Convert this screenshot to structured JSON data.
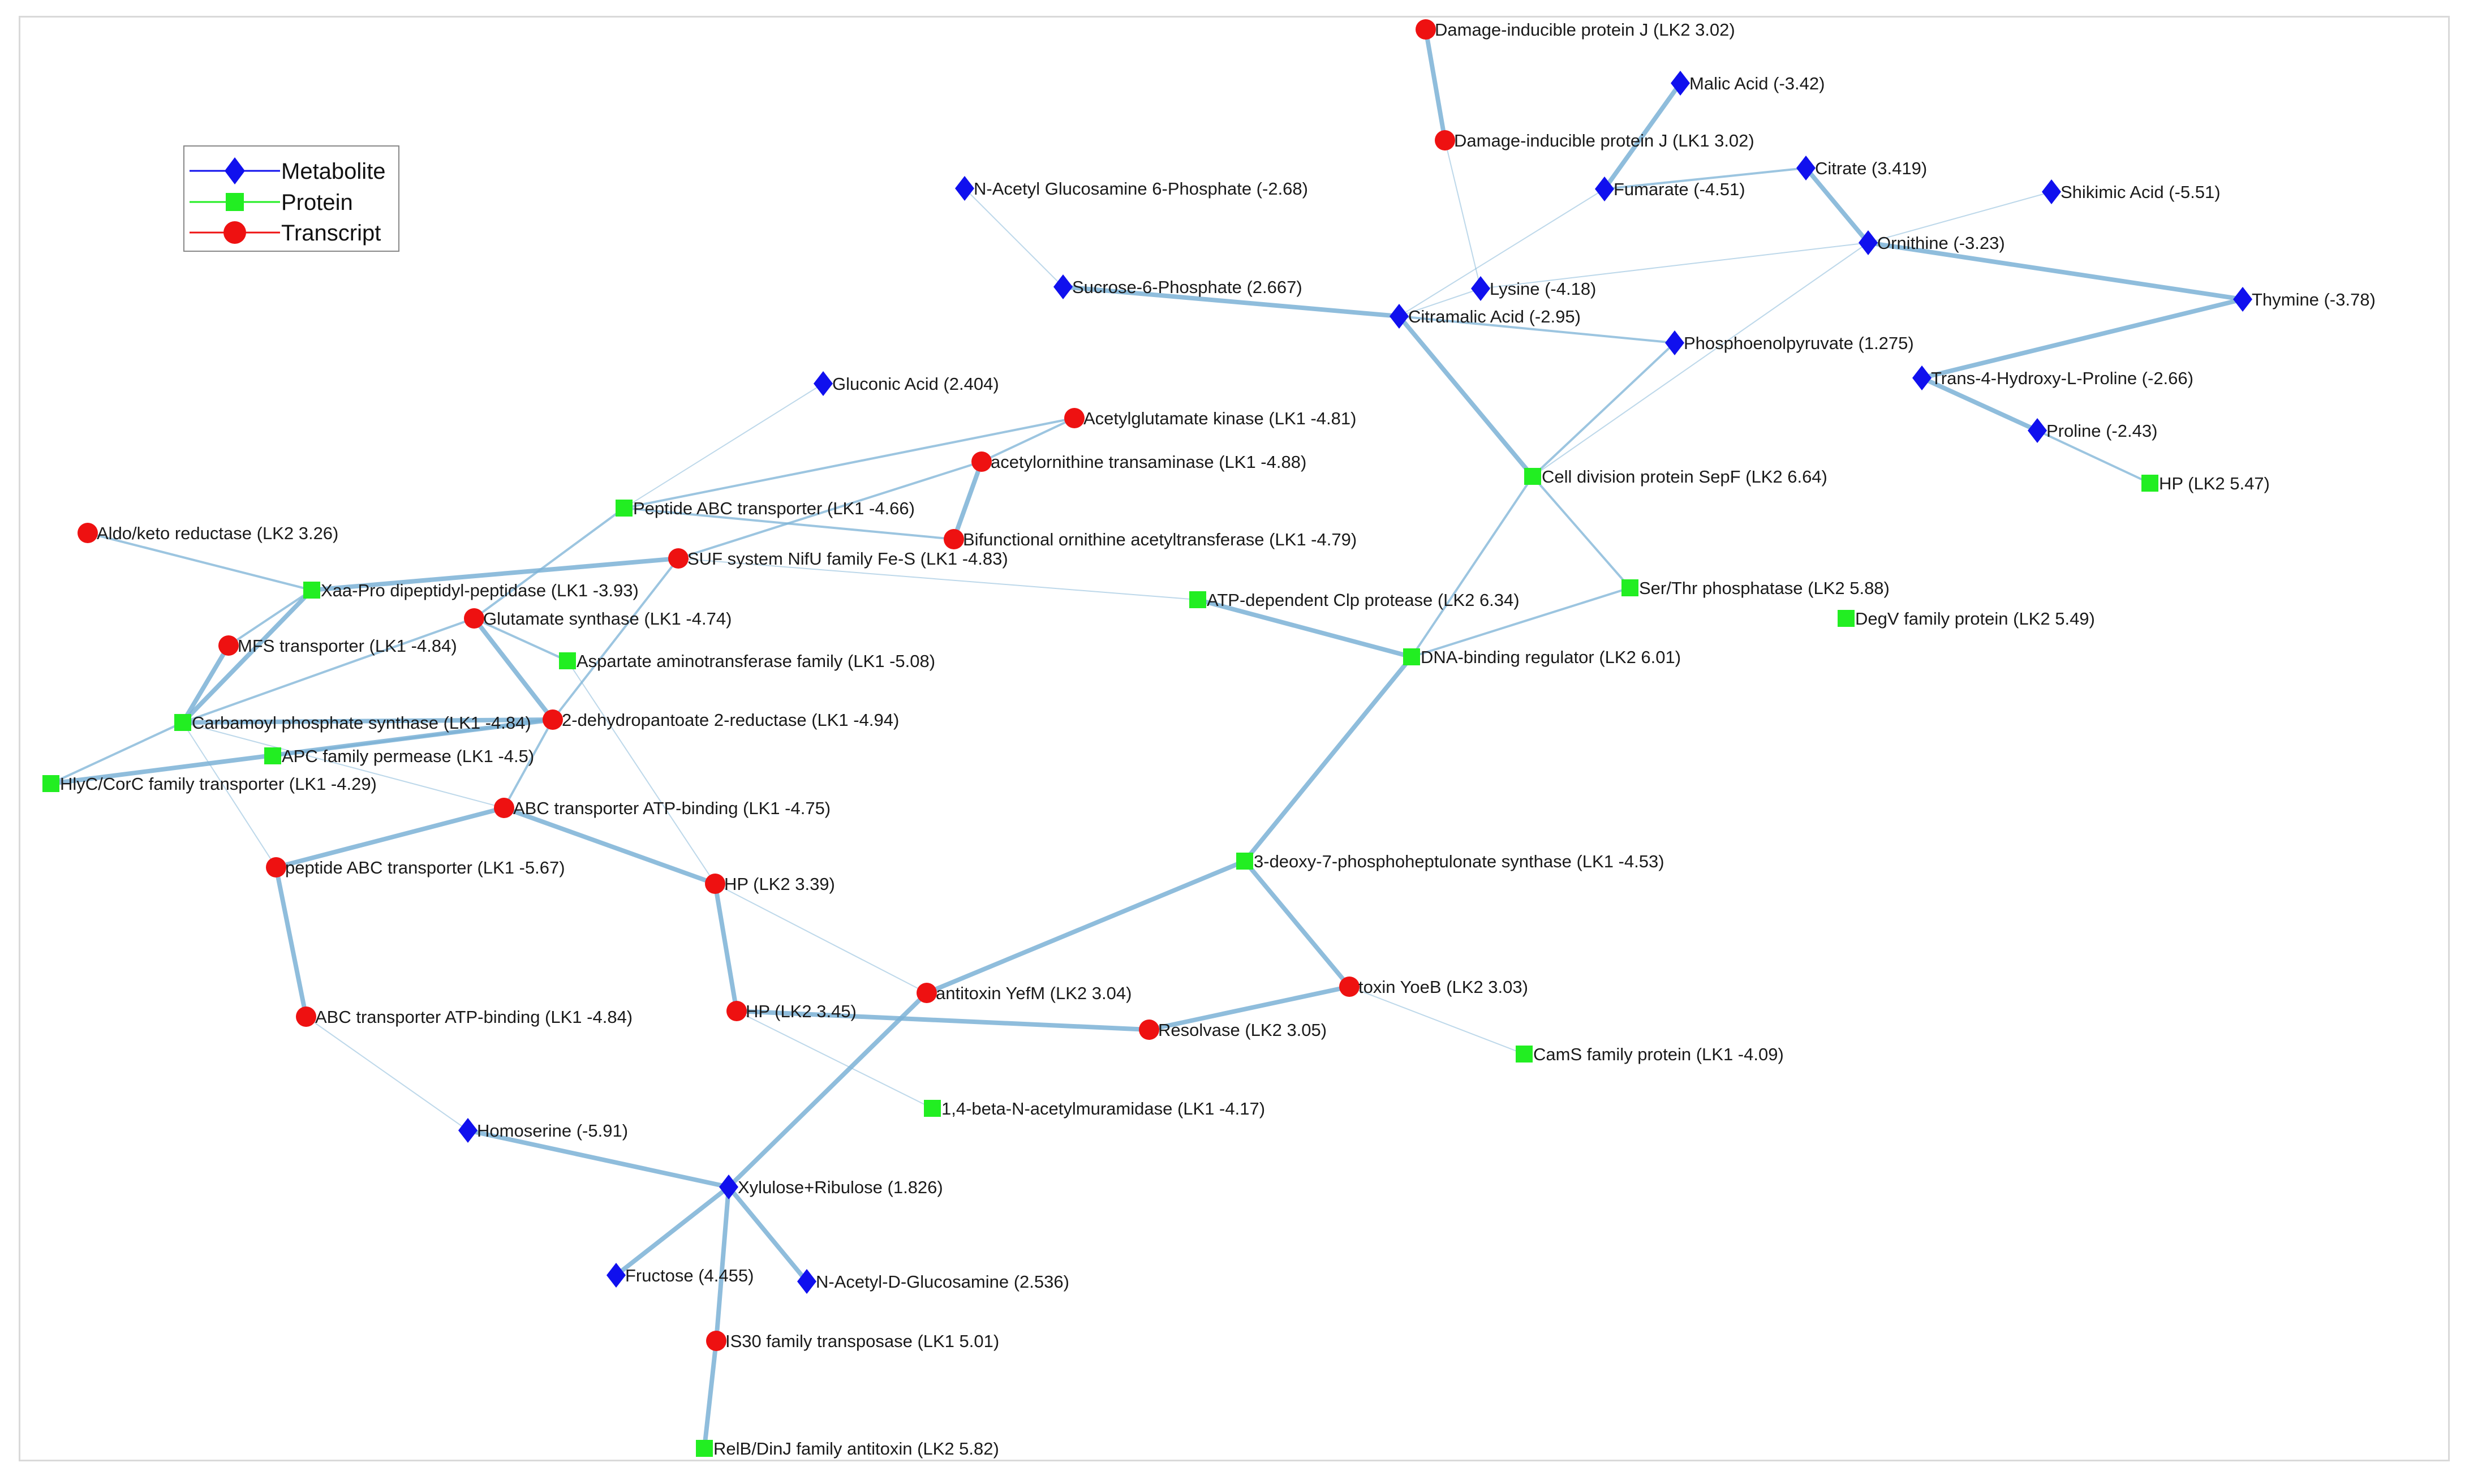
{
  "legend": {
    "metabolite": "Metabolite",
    "protein": "Protein",
    "transcript": "Transcript"
  },
  "colors": {
    "metabolite": "#1010ee",
    "protein": "#22ee22",
    "transcript": "#ee1111",
    "edge": "#7bb2d6"
  },
  "nodes": [
    {
      "id": "dinJ2",
      "type": "transcript",
      "label": "Damage-inducible protein J (LK2 3.02)"
    },
    {
      "id": "malic",
      "type": "metabolite",
      "label": "Malic Acid (-3.42)"
    },
    {
      "id": "dinJ1",
      "type": "transcript",
      "label": "Damage-inducible protein J (LK1 3.02)"
    },
    {
      "id": "citrate",
      "type": "metabolite",
      "label": "Citrate (3.419)"
    },
    {
      "id": "nag6p",
      "type": "metabolite",
      "label": "N-Acetyl Glucosamine 6-Phosphate (-2.68)"
    },
    {
      "id": "fumarate",
      "type": "metabolite",
      "label": "Fumarate (-4.51)"
    },
    {
      "id": "shikimic",
      "type": "metabolite",
      "label": "Shikimic Acid (-5.51)"
    },
    {
      "id": "ornithine",
      "type": "metabolite",
      "label": "Ornithine (-3.23)"
    },
    {
      "id": "suc6p",
      "type": "metabolite",
      "label": "Sucrose-6-Phosphate (2.667)"
    },
    {
      "id": "lysine",
      "type": "metabolite",
      "label": "Lysine (-4.18)"
    },
    {
      "id": "thymine",
      "type": "metabolite",
      "label": "Thymine (-3.78)"
    },
    {
      "id": "citramalic",
      "type": "metabolite",
      "label": "Citramalic Acid (-2.95)"
    },
    {
      "id": "pep",
      "type": "metabolite",
      "label": "Phosphoenolpyruvate (1.275)"
    },
    {
      "id": "hyp",
      "type": "metabolite",
      "label": "Trans-4-Hydroxy-L-Proline (-2.66)"
    },
    {
      "id": "gluconic",
      "type": "metabolite",
      "label": "Gluconic Acid (2.404)"
    },
    {
      "id": "acgk",
      "type": "transcript",
      "label": "Acetylglutamate kinase (LK1 -4.81)"
    },
    {
      "id": "proline",
      "type": "metabolite",
      "label": "Proline (-2.43)"
    },
    {
      "id": "acot",
      "type": "transcript",
      "label": "acetylornithine transaminase (LK1 -4.88)"
    },
    {
      "id": "sepF",
      "type": "protein",
      "label": "Cell division protein SepF  (LK2 6.64)"
    },
    {
      "id": "hp547",
      "type": "protein",
      "label": "HP  (LK2 5.47)"
    },
    {
      "id": "aldo",
      "type": "transcript",
      "label": "Aldo/keto reductase (LK2 3.26)"
    },
    {
      "id": "pepabc",
      "type": "protein",
      "label": "Peptide ABC transporter (LK1  -4.66)"
    },
    {
      "id": "bifoat",
      "type": "transcript",
      "label": "Bifunctional ornithine acetyltransferase (LK1 -4.79)"
    },
    {
      "id": "sufnifu",
      "type": "transcript",
      "label": "SUF system NifU family Fe-S (LK1 -4.83)"
    },
    {
      "id": "xaapro",
      "type": "protein",
      "label": "Xaa-Pro dipeptidyl-peptidase  (LK1 -3.93)"
    },
    {
      "id": "serthr",
      "type": "protein",
      "label": "Ser/Thr phosphatase  (LK2 5.88)"
    },
    {
      "id": "clp",
      "type": "protein",
      "label": "ATP-dependent Clp protease (LK2 6.34)"
    },
    {
      "id": "glusyn",
      "type": "transcript",
      "label": "Glutamate synthase (LK1 -4.74)"
    },
    {
      "id": "degv",
      "type": "protein",
      "label": "DegV family protein  (LK2 5.49)"
    },
    {
      "id": "mfs",
      "type": "transcript",
      "label": "MFS transporter (LK1 -4.84)"
    },
    {
      "id": "aspat",
      "type": "protein",
      "label": "Aspartate aminotransferase family (LK1 -5.08)"
    },
    {
      "id": "dnabr",
      "type": "protein",
      "label": "DNA-binding regulator  (LK2 6.01)"
    },
    {
      "id": "cps",
      "type": "protein",
      "label": "Carbamoyl phosphate synthase  (LK1 -4.84)"
    },
    {
      "id": "dhpr",
      "type": "transcript",
      "label": "2-dehydropantoate 2-reductase (LK1 -4.94)"
    },
    {
      "id": "apc",
      "type": "protein",
      "label": "APC family permease  (LK1 -4.5)"
    },
    {
      "id": "hlyc",
      "type": "protein",
      "label": "HlyC/CorC family transporter  (LK1 -4.29)"
    },
    {
      "id": "abc475",
      "type": "transcript",
      "label": "ABC transporter ATP-binding (LK1 -4.75)"
    },
    {
      "id": "dahp",
      "type": "protein",
      "label": "3-deoxy-7-phosphoheptulonate synthase  (LK1 -4.53)"
    },
    {
      "id": "pepabc2",
      "type": "transcript",
      "label": "peptide ABC transporter (LK1 -5.67)"
    },
    {
      "id": "hp339",
      "type": "transcript",
      "label": "HP (LK2 3.39)"
    },
    {
      "id": "toxin",
      "type": "transcript",
      "label": "toxin YoeB (LK2 3.03)"
    },
    {
      "id": "antitoxin",
      "type": "transcript",
      "label": "antitoxin YefM (LK2 3.04)"
    },
    {
      "id": "abc484",
      "type": "transcript",
      "label": "ABC transporter ATP-binding (LK1 -4.84)"
    },
    {
      "id": "hp345",
      "type": "transcript",
      "label": "HP (LK2 3.45)"
    },
    {
      "id": "resolvase",
      "type": "transcript",
      "label": "Resolvase (LK2 3.05)"
    },
    {
      "id": "cams",
      "type": "protein",
      "label": "CamS family protein  (LK1 -4.09)"
    },
    {
      "id": "muram",
      "type": "protein",
      "label": "1,4-beta-N-acetylmuramidase  (LK1 -4.17)"
    },
    {
      "id": "homoser",
      "type": "metabolite",
      "label": "Homoserine (-5.91)"
    },
    {
      "id": "xylrib",
      "type": "metabolite",
      "label": "Xylulose+Ribulose (1.826)"
    },
    {
      "id": "fructose",
      "type": "metabolite",
      "label": "Fructose (4.455)"
    },
    {
      "id": "nadg",
      "type": "metabolite",
      "label": "N-Acetyl-D-Glucosamine (2.536)"
    },
    {
      "id": "is30",
      "type": "transcript",
      "label": "IS30 family transposase (LK1 5.01)"
    },
    {
      "id": "relb",
      "type": "protein",
      "label": "RelB/DinJ family antitoxin  (LK2 5.82)"
    }
  ],
  "edges": [
    {
      "source": "dinJ2",
      "target": "dinJ1",
      "strength": "strong"
    },
    {
      "source": "malic",
      "target": "fumarate",
      "strength": "strong"
    },
    {
      "source": "dinJ1",
      "target": "lysine",
      "strength": "weak"
    },
    {
      "source": "citrate",
      "target": "fumarate",
      "strength": "medium"
    },
    {
      "source": "citrate",
      "target": "ornithine",
      "strength": "strong"
    },
    {
      "source": "ornithine",
      "target": "shikimic",
      "strength": "weak"
    },
    {
      "source": "ornithine",
      "target": "thymine",
      "strength": "strong"
    },
    {
      "source": "thymine",
      "target": "hyp",
      "strength": "strong"
    },
    {
      "source": "hyp",
      "target": "proline",
      "strength": "strong"
    },
    {
      "source": "proline",
      "target": "hp547",
      "strength": "medium"
    },
    {
      "source": "nag6p",
      "target": "suc6p",
      "strength": "weak"
    },
    {
      "source": "suc6p",
      "target": "citramalic",
      "strength": "strong"
    },
    {
      "source": "citramalic",
      "target": "lysine",
      "strength": "weak"
    },
    {
      "source": "citramalic",
      "target": "pep",
      "strength": "medium"
    },
    {
      "source": "citramalic",
      "target": "sepF",
      "strength": "strong"
    },
    {
      "source": "citramalic",
      "target": "fumarate",
      "strength": "weak"
    },
    {
      "source": "lysine",
      "target": "ornithine",
      "strength": "weak"
    },
    {
      "source": "pep",
      "target": "sepF",
      "strength": "medium"
    },
    {
      "source": "sepF",
      "target": "ornithine",
      "strength": "weak"
    },
    {
      "source": "sepF",
      "target": "serthr",
      "strength": "medium"
    },
    {
      "source": "sepF",
      "target": "dnabr",
      "strength": "medium"
    },
    {
      "source": "serthr",
      "target": "dnabr",
      "strength": "medium"
    },
    {
      "source": "clp",
      "target": "dnabr",
      "strength": "strong"
    },
    {
      "source": "dnabr",
      "target": "dahp",
      "strength": "strong"
    },
    {
      "source": "gluconic",
      "target": "pepabc",
      "strength": "weak"
    },
    {
      "source": "acgk",
      "target": "acot",
      "strength": "medium"
    },
    {
      "source": "acgk",
      "target": "pepabc",
      "strength": "medium"
    },
    {
      "source": "acot",
      "target": "bifoat",
      "strength": "strong"
    },
    {
      "source": "acot",
      "target": "sufnifu",
      "strength": "medium"
    },
    {
      "source": "pepabc",
      "target": "bifoat",
      "strength": "medium"
    },
    {
      "source": "pepabc",
      "target": "glusyn",
      "strength": "medium"
    },
    {
      "source": "sufnifu",
      "target": "xaapro",
      "strength": "strong"
    },
    {
      "source": "sufnifu",
      "target": "dhpr",
      "strength": "medium"
    },
    {
      "source": "sufnifu",
      "target": "clp",
      "strength": "weak"
    },
    {
      "source": "aldo",
      "target": "xaapro",
      "strength": "medium"
    },
    {
      "source": "xaapro",
      "target": "mfs",
      "strength": "medium"
    },
    {
      "source": "xaapro",
      "target": "cps",
      "strength": "strong"
    },
    {
      "source": "glusyn",
      "target": "dhpr",
      "strength": "strong"
    },
    {
      "source": "glusyn",
      "target": "aspat",
      "strength": "medium"
    },
    {
      "source": "glusyn",
      "target": "cps",
      "strength": "medium"
    },
    {
      "source": "mfs",
      "target": "cps",
      "strength": "strong"
    },
    {
      "source": "cps",
      "target": "dhpr",
      "strength": "strong"
    },
    {
      "source": "cps",
      "target": "hlyc",
      "strength": "medium"
    },
    {
      "source": "cps",
      "target": "pepabc2",
      "strength": "weak"
    },
    {
      "source": "hlyc",
      "target": "dhpr",
      "strength": "strong"
    },
    {
      "source": "dhpr",
      "target": "abc475",
      "strength": "medium"
    },
    {
      "source": "apc",
      "target": "dhpr",
      "strength": "medium"
    },
    {
      "source": "abc475",
      "target": "pepabc2",
      "strength": "strong"
    },
    {
      "source": "abc475",
      "target": "hp339",
      "strength": "strong"
    },
    {
      "source": "abc475",
      "target": "cps",
      "strength": "weak"
    },
    {
      "source": "hp339",
      "target": "hp345",
      "strength": "strong"
    },
    {
      "source": "hp339",
      "target": "antitoxin",
      "strength": "weak"
    },
    {
      "source": "aspat",
      "target": "hp339",
      "strength": "weak"
    },
    {
      "source": "pepabc2",
      "target": "abc484",
      "strength": "strong"
    },
    {
      "source": "abc484",
      "target": "homoser",
      "strength": "weak"
    },
    {
      "source": "dahp",
      "target": "antitoxin",
      "strength": "strong"
    },
    {
      "source": "dahp",
      "target": "toxin",
      "strength": "strong"
    },
    {
      "source": "toxin",
      "target": "resolvase",
      "strength": "strong"
    },
    {
      "source": "toxin",
      "target": "cams",
      "strength": "weak"
    },
    {
      "source": "hp345",
      "target": "resolvase",
      "strength": "strong"
    },
    {
      "source": "hp345",
      "target": "muram",
      "strength": "weak"
    },
    {
      "source": "antitoxin",
      "target": "xylrib",
      "strength": "strong"
    },
    {
      "source": "homoser",
      "target": "xylrib",
      "strength": "strong"
    },
    {
      "source": "xylrib",
      "target": "fructose",
      "strength": "strong"
    },
    {
      "source": "xylrib",
      "target": "nadg",
      "strength": "strong"
    },
    {
      "source": "xylrib",
      "target": "is30",
      "strength": "strong"
    },
    {
      "source": "is30",
      "target": "relb",
      "strength": "strong"
    }
  ]
}
